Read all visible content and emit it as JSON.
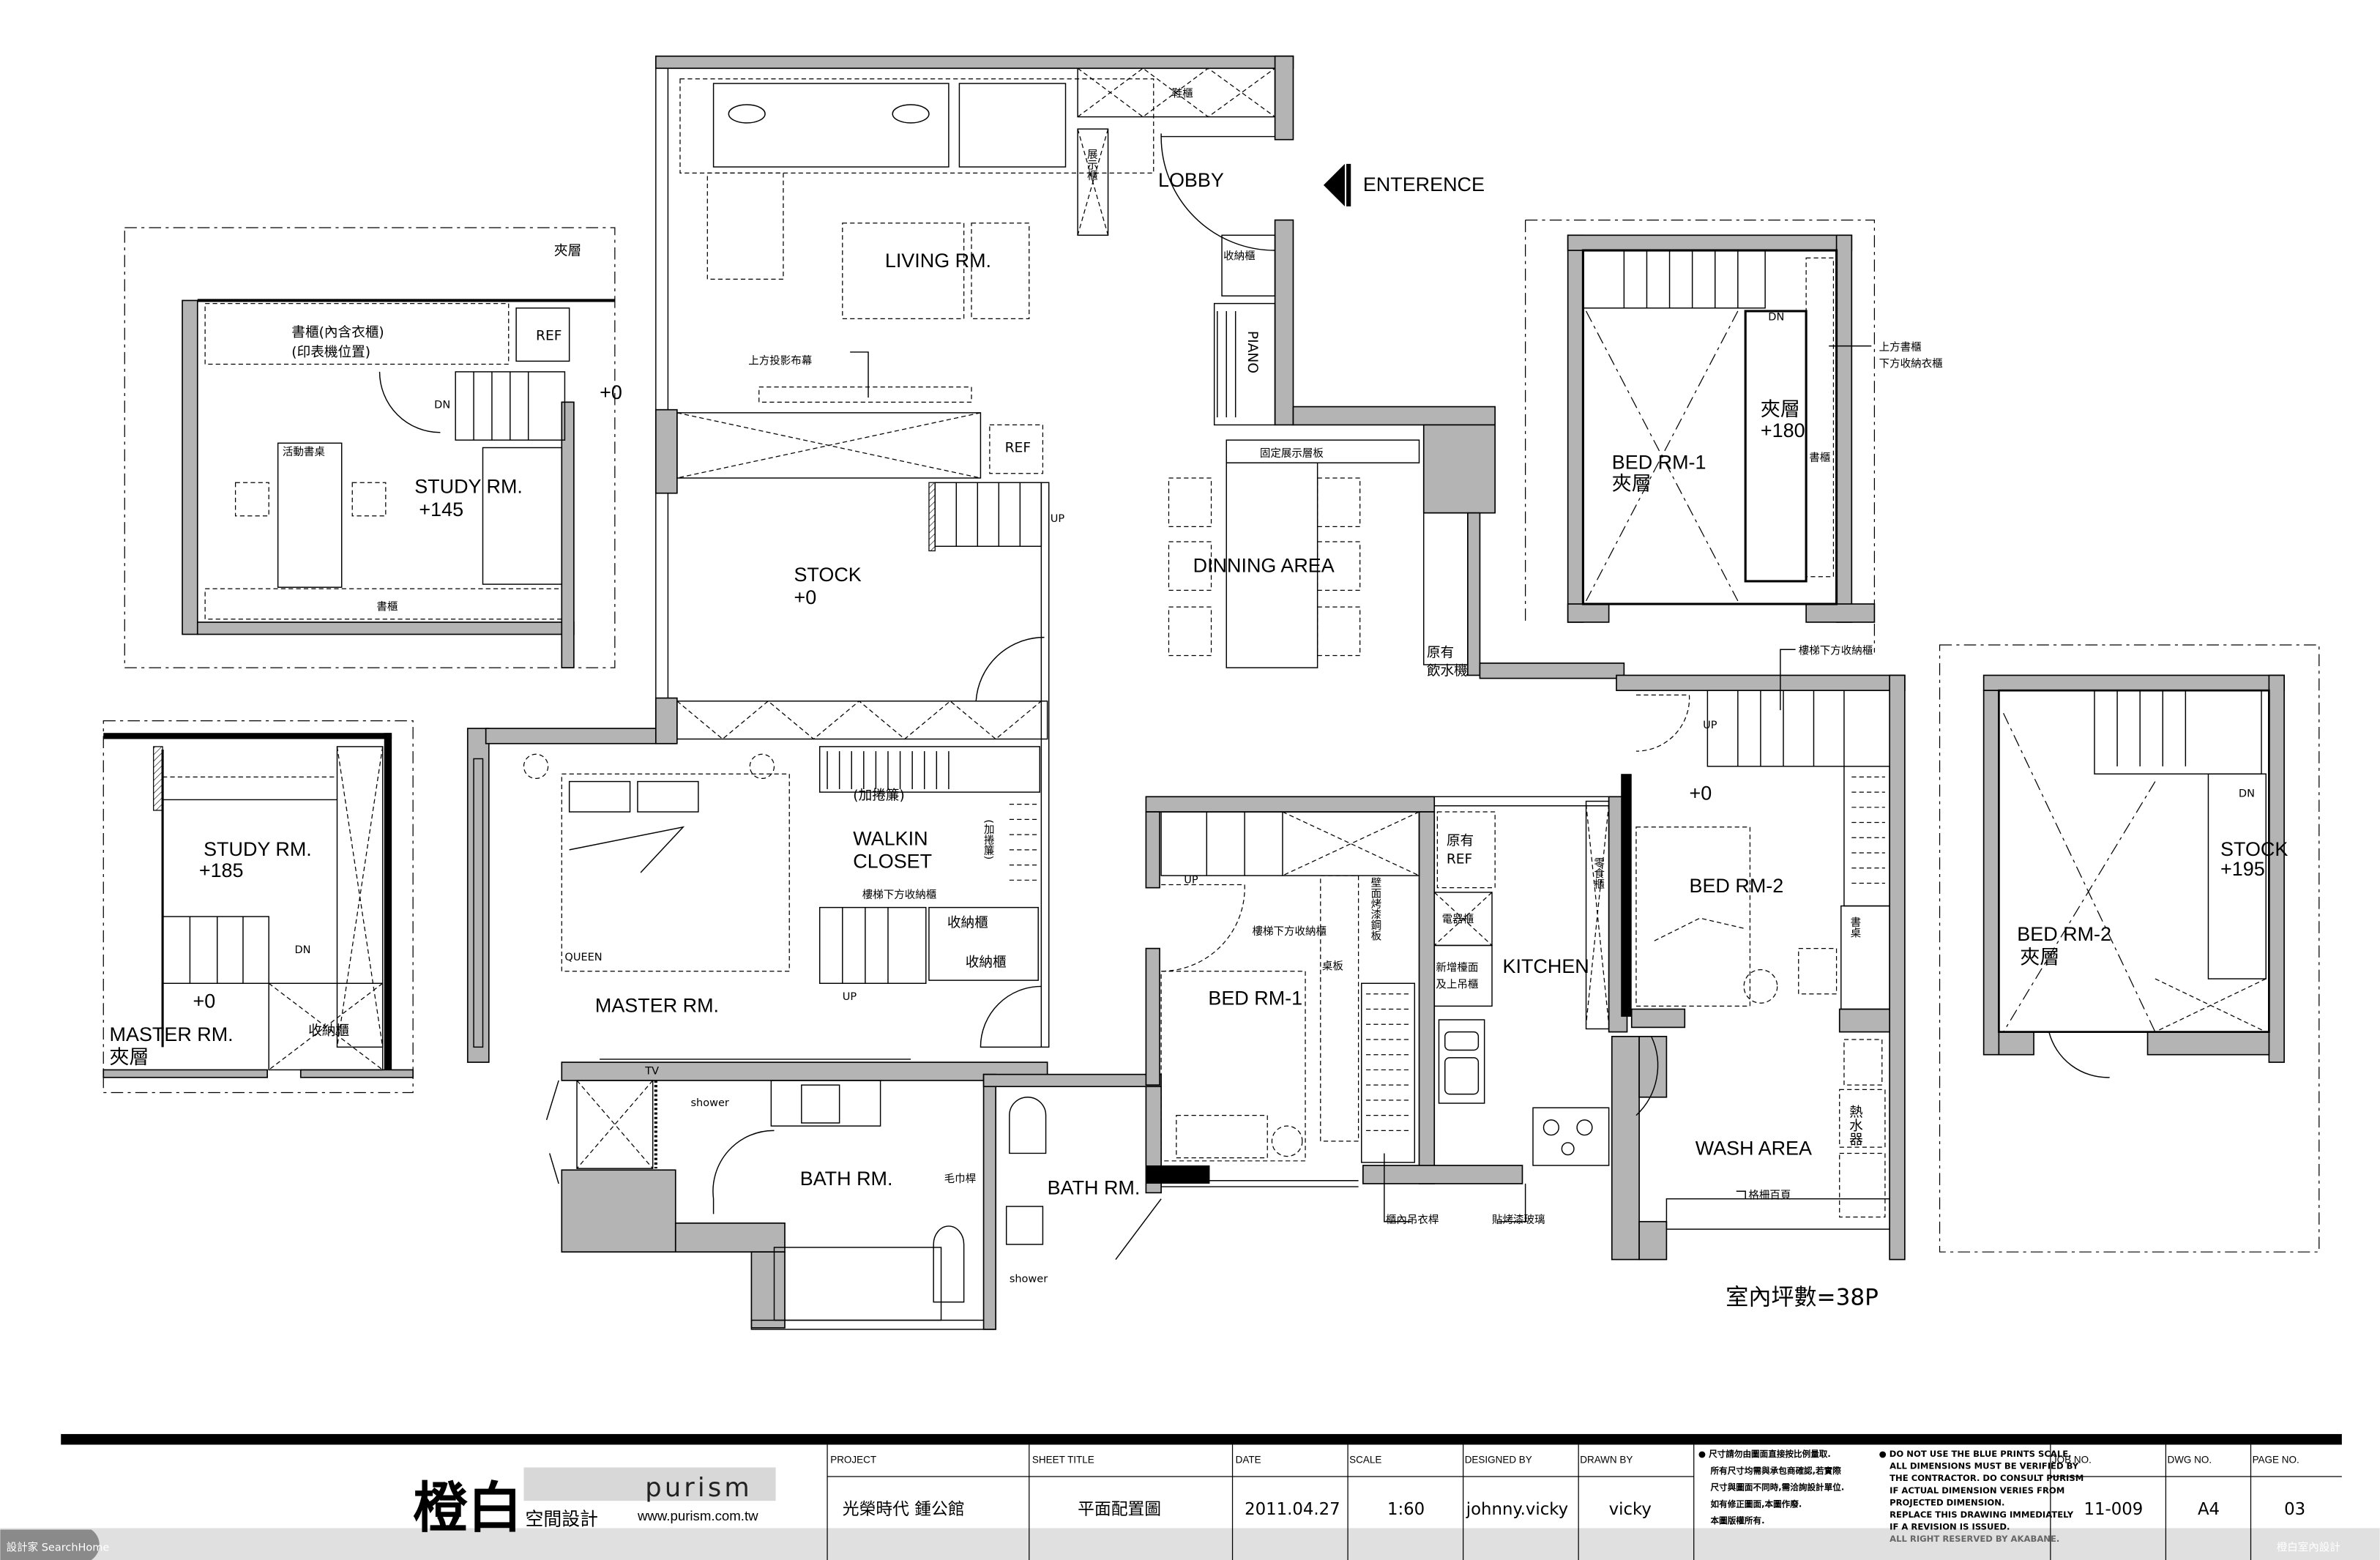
{
  "colors": {
    "wall_fill": "#b4b4b4",
    "line": "#000000",
    "footer_band": "#e0e0e0"
  },
  "mezz_study": {
    "title": "夾層",
    "cabinet_line1": "書櫃(內含衣櫃)",
    "cabinet_line2": "(印表機位置)",
    "ref": "REF",
    "dn": "DN",
    "desk": "活動書桌",
    "room": "STUDY RM.",
    "level": "+145",
    "bookcase": "書櫃",
    "level0": "+0"
  },
  "mezz_master": {
    "room": "STUDY RM.",
    "level": "+185",
    "dn": "DN",
    "level0": "+0",
    "below_room": "MASTER RM.",
    "below_sub": "夾層",
    "storage": "收納櫃"
  },
  "main": {
    "living": "LIVING RM.",
    "lobby": "LOBBY",
    "shoe_cabinet": "鞋櫃",
    "display_cabinet": "展示櫃",
    "storage": "收納櫃",
    "piano": "PIANO",
    "projector_screen": "上方投影布幕",
    "ref": "REF",
    "fixed_shelf": "固定展示層板",
    "up": "UP",
    "stock": "STOCK",
    "stock_level": "+0",
    "dining": "DINNING AREA",
    "water_line1": "原有",
    "water_line2": "飲水機",
    "entrance": "ENTERENCE",
    "master": "MASTER RM.",
    "queen": "QUEEN",
    "curtain": "(加捲簾)",
    "curtain_v": "(加捲簾)",
    "walkin_line1": "WALKIN",
    "walkin_line2": "CLOSET",
    "under_stair": "樓梯下方收納櫃",
    "storage_a": "收納櫃",
    "storage_b": "收納櫃",
    "master_up": "UP",
    "tv": "TV",
    "shower": "shower",
    "bath": "BATH RM.",
    "towel_bar": "毛巾桿",
    "bath2": "BATH RM.",
    "shower2": "shower",
    "bed1": "BED RM-1",
    "bed1_under_stair": "樓梯下方收納櫃",
    "bed1_up": "UP",
    "desk_board": "桌板",
    "wall_panel": "壁面烤漆鋼板",
    "kitchen_ref1": "原有",
    "kitchen_ref2": "REF",
    "appliance": "電器櫃",
    "counter_line1": "新增檯面",
    "counter_line2": "及上吊櫃",
    "kitchen": "KITCHEN",
    "snack": "零食櫃",
    "hanging_rod": "櫃內吊衣桿",
    "glass": "貼烤漆玻璃",
    "bed2_under_stair": "樓梯下方收納櫃",
    "bed2_up": "UP",
    "bed2_level": "+0",
    "bed2": "BED RM-2",
    "bed2_desk": "書桌",
    "wash": "WASH AREA",
    "louver": "格柵百頁",
    "heater": "熱水器",
    "area_total": "室內坪數=38P"
  },
  "mezz_bed1": {
    "room": "BED RM-1",
    "sub": "夾層",
    "loft": "夾層",
    "loft_level": "+180",
    "dn": "DN",
    "note_line1": "上方書櫃",
    "note_line2": "下方收納衣櫃",
    "bookcase": "書櫃"
  },
  "mezz_bed2": {
    "room": "BED RM-2",
    "sub": "夾層",
    "stock": "STOCK",
    "level": "+195",
    "dn": "DN"
  },
  "title_block": {
    "logo_cn": "橙白",
    "logo_en": "purism",
    "logo_sub": "空間設計",
    "website": "www.purism.com.tw",
    "fields": [
      {
        "label": "PROJECT",
        "value": "光榮時代 鍾公館"
      },
      {
        "label": "SHEET TITLE",
        "value": "平面配置圖"
      },
      {
        "label": "DATE",
        "value": "2011.04.27"
      },
      {
        "label": "SCALE",
        "value": "1:60"
      },
      {
        "label": "DESIGNED BY",
        "value": "johnny.vicky"
      },
      {
        "label": "DRAWN BY",
        "value": "vicky"
      },
      {
        "label": "JOB NO.",
        "value": "11-009"
      },
      {
        "label": "DWG NO.",
        "value": "A4"
      },
      {
        "label": "PAGE NO.",
        "value": "03"
      }
    ],
    "notes_cn": [
      "● 尺寸請勿由圖面直接按比例量取.",
      "所有尺寸均需與承包商確認,若實際",
      "尺寸與圖面不同時,需洽詢設計單位.",
      "如有修正圖面,本圖作廢.",
      "本圖版權所有."
    ],
    "notes_en": [
      "● DO NOT USE THE BLUE PRINTS SCALE.",
      "ALL DIMENSIONS MUST BE VERIFIED BY",
      "THE CONTRACTOR. DO CONSULT PURISM",
      "IF ACTUAL DIMENSION VERIES FROM",
      "PROJECTED DIMENSION.",
      "REPLACE THIS DRAWING IMMEDIATELY",
      "IF A REVISION IS ISSUED.",
      "ALL RIGHT RESERVED BY AKABANE."
    ]
  },
  "watermarks": {
    "left": "設計家 SearchHome",
    "right": "橙白室內設計"
  }
}
